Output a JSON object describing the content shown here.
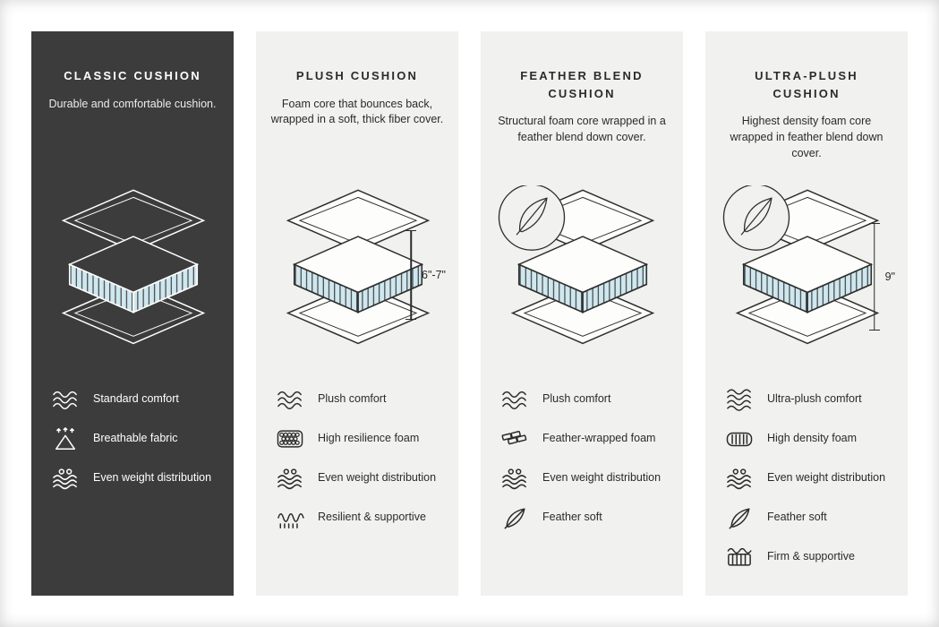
{
  "palette": {
    "dark_panel": "#3d3c3c",
    "light_panel": "#f1f1ef",
    "foam_blue": "#cfe7ee",
    "line_dark": "#2f2f2e",
    "line_light": "#ffffff"
  },
  "panels": [
    {
      "title": "CLASSIC CUSHION",
      "description": "Durable and comfortable cushion.",
      "features": [
        {
          "icon": "comfort-waves-icon",
          "label": "Standard comfort"
        },
        {
          "icon": "breathable-fabric-icon",
          "label": "Breathable fabric"
        },
        {
          "icon": "even-weight-icon",
          "label": "Even weight distribution"
        }
      ]
    },
    {
      "title": "PLUSH CUSHION",
      "description": "Foam core that bounces back, wrapped in a soft, thick fiber cover.",
      "dimension_label": "6\"-7\"",
      "features": [
        {
          "icon": "comfort-waves-icon",
          "label": "Plush comfort"
        },
        {
          "icon": "resilience-foam-icon",
          "label": "High resilience foam"
        },
        {
          "icon": "even-weight-icon",
          "label": "Even weight distribution"
        },
        {
          "icon": "spring-support-icon",
          "label": "Resilient & supportive"
        }
      ]
    },
    {
      "title": "FEATHER BLEND CUSHION",
      "description": "Structural foam core wrapped in a feather blend down cover.",
      "features": [
        {
          "icon": "comfort-waves-icon",
          "label": "Plush comfort"
        },
        {
          "icon": "feather-wrapped-foam-icon",
          "label": "Feather-wrapped foam"
        },
        {
          "icon": "even-weight-icon",
          "label": "Even weight distribution"
        },
        {
          "icon": "feather-icon",
          "label": "Feather soft"
        }
      ]
    },
    {
      "title": "ULTRA-PLUSH CUSHION",
      "description": "Highest density foam core wrapped in feather blend down cover.",
      "dimension_label": "9\"",
      "features": [
        {
          "icon": "comfort-waves-icon",
          "label": "Ultra-plush comfort"
        },
        {
          "icon": "high-density-foam-icon",
          "label": "High density foam"
        },
        {
          "icon": "even-weight-icon",
          "label": "Even weight distribution"
        },
        {
          "icon": "feather-icon",
          "label": "Feather soft"
        },
        {
          "icon": "firm-support-icon",
          "label": "Firm & supportive"
        }
      ]
    }
  ]
}
